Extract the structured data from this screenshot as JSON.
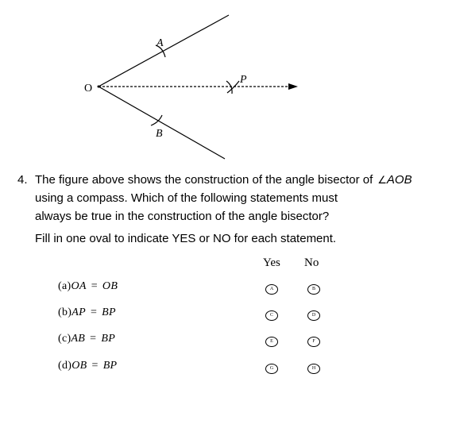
{
  "figure": {
    "labels": {
      "o": "O",
      "a": "A",
      "b": "B",
      "p": "P"
    }
  },
  "question": {
    "number": "4.",
    "line1": "The figure above shows the construction of the angle bisector of",
    "angle_symbol": "∠",
    "angle_name": "AOB",
    "line2": "using a compass. Which of the following statements must",
    "line3": "always be true in the construction of the angle bisector?",
    "instruction": "Fill in one oval to indicate YES or NO for each statement."
  },
  "columns": {
    "yes": "Yes",
    "no": "No"
  },
  "statements": [
    {
      "label": "(a)",
      "left": "OA",
      "eq": "=",
      "right": "OB",
      "yes_letter": "A",
      "no_letter": "B"
    },
    {
      "label": "(b)",
      "left": "AP",
      "eq": "=",
      "right": "BP",
      "yes_letter": "C",
      "no_letter": "D"
    },
    {
      "label": "(c)",
      "left": "AB",
      "eq": "=",
      "right": "BP",
      "yes_letter": "E",
      "no_letter": "F"
    },
    {
      "label": "(d)",
      "left": "OB",
      "eq": "=",
      "right": "BP",
      "yes_letter": "G",
      "no_letter": "H"
    }
  ]
}
